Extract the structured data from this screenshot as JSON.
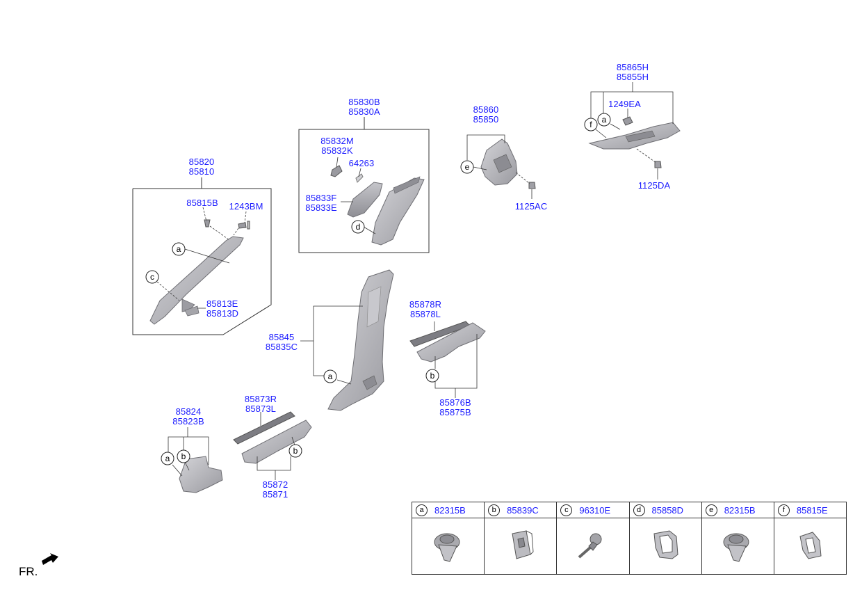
{
  "labels": {
    "l85820": "85820",
    "l85810": "85810",
    "l85815B": "85815B",
    "l1243BM": "1243BM",
    "l85813E": "85813E",
    "l85813D": "85813D",
    "l85830B": "85830B",
    "l85830A": "85830A",
    "l85832M": "85832M",
    "l85832K": "85832K",
    "l64263": "64263",
    "l85833F": "85833F",
    "l85833E": "85833E",
    "l85860": "85860",
    "l85850": "85850",
    "l1125AC": "1125AC",
    "l85865H": "85865H",
    "l85855H": "85855H",
    "l1249EA": "1249EA",
    "l1125DA": "1125DA",
    "l85845": "85845",
    "l85835C": "85835C",
    "l85878R": "85878R",
    "l85878L": "85878L",
    "l85876B": "85876B",
    "l85875B": "85875B",
    "l85824": "85824",
    "l85823B": "85823B",
    "l85873R": "85873R",
    "l85873L": "85873L",
    "l85872": "85872",
    "l85871": "85871"
  },
  "callouts": {
    "a": "a",
    "b": "b",
    "c": "c",
    "d": "d",
    "e": "e",
    "f": "f"
  },
  "orientation": "FR.",
  "legend": [
    {
      "letter": "a",
      "code": "82315B"
    },
    {
      "letter": "b",
      "code": "85839C"
    },
    {
      "letter": "c",
      "code": "96310E"
    },
    {
      "letter": "d",
      "code": "85858D"
    },
    {
      "letter": "e",
      "code": "82315B"
    },
    {
      "letter": "f",
      "code": "85815E"
    }
  ],
  "colors": {
    "part_fill": "#b9b9be",
    "part_stroke": "#6e6e73",
    "label_blue": "#1a1aff",
    "line": "#333333"
  }
}
